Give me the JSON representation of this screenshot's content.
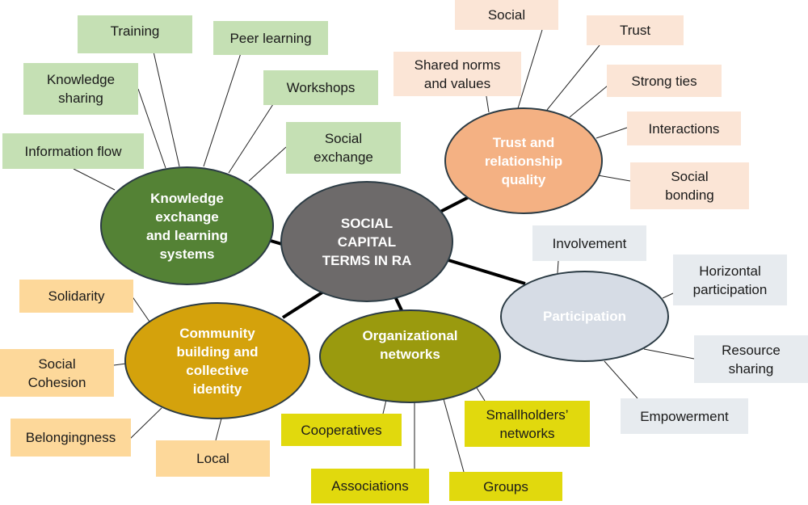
{
  "center": {
    "label": "SOCIAL\nCAPITAL\nTERMS IN RA",
    "color": "#6d6a6a"
  },
  "categories": {
    "knowledge": {
      "label": "Knowledge\nexchange\nand learning\nsystems",
      "color": "#548235",
      "terms": [
        "Training",
        "Peer learning",
        "Knowledge\nsharing",
        "Workshops",
        "Information flow",
        "Social\nexchange"
      ]
    },
    "trust": {
      "label": "Trust and\nrelationship\nquality",
      "color": "#f4b183",
      "terms": [
        "Social",
        "Trust",
        "Shared norms\nand values",
        "Strong ties",
        "Interactions",
        "Social\nbonding"
      ]
    },
    "participation": {
      "label": "Participation",
      "color": "#d6dce5",
      "terms": [
        "Involvement",
        "Horizontal\nparticipation",
        "Resource\nsharing",
        "Empowerment"
      ]
    },
    "community": {
      "label": "Community\nbuilding and\ncollective\nidentity",
      "color": "#d4a20c",
      "terms": [
        "Solidarity",
        "Social\nCohesion",
        "Belongingness",
        "Local"
      ]
    },
    "organizational": {
      "label": "Organizational\nnetworks",
      "color": "#9a9a0e",
      "terms": [
        "Cooperatives",
        "Smallholders’\nnetworks",
        "Associations",
        "Groups"
      ]
    }
  }
}
